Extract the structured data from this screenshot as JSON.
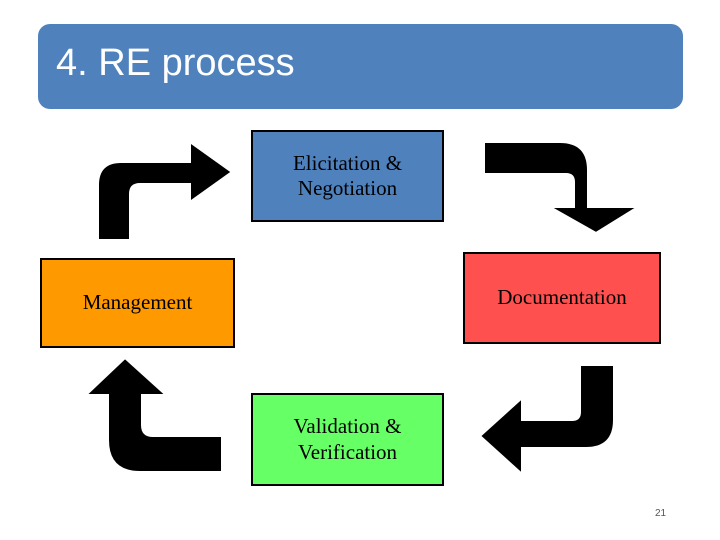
{
  "slide": {
    "title": "4. RE process",
    "page_number": "21"
  },
  "steps": {
    "elicitation": {
      "label": "Elicitation &\nNegotiation",
      "color": "#4f81bd"
    },
    "documentation": {
      "label": "Documentation",
      "color": "#ff5050"
    },
    "validation": {
      "label": "Validation &\nVerification",
      "color": "#66ff66"
    },
    "management": {
      "label": "Management",
      "color": "#ff9900"
    }
  },
  "colors": {
    "title_bar": "#4f81bd",
    "arrow": "#000000"
  }
}
